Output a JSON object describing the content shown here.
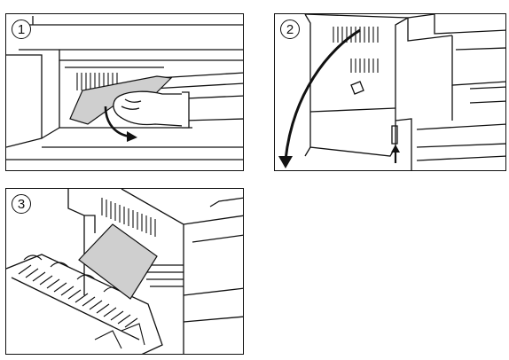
{
  "steps": [
    {
      "number": "1",
      "action": "remove-jammed-paper"
    },
    {
      "number": "2",
      "action": "open-side-cover"
    },
    {
      "number": "3",
      "action": "remove-paper-from-fuser"
    }
  ],
  "colors": {
    "line": "#111111",
    "paper": "#cfcfcf",
    "background": "#ffffff"
  },
  "icons": [
    "curved-arrow-icon",
    "up-arrow-icon",
    "hand-icon"
  ]
}
